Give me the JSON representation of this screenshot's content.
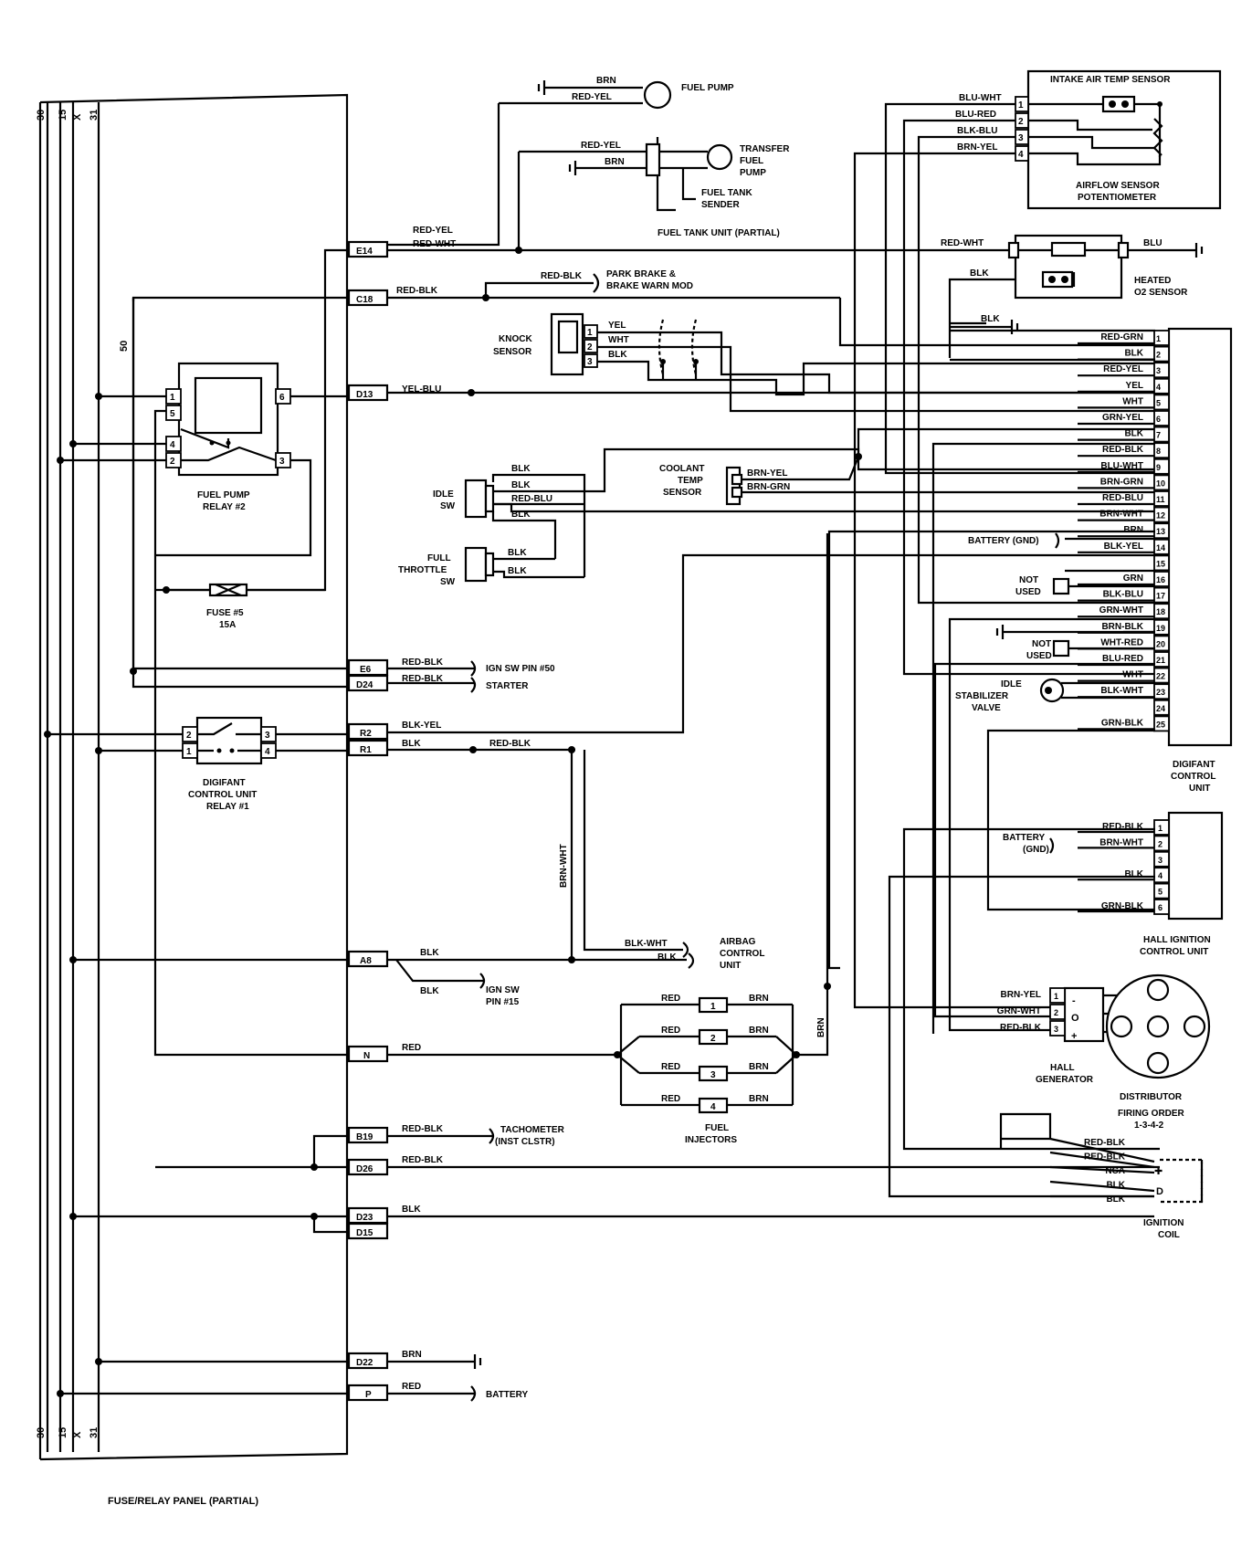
{
  "panel": {
    "title": "FUSE/RELAY PANEL (PARTIAL)",
    "bus_labels": [
      "30",
      "15",
      "X",
      "31"
    ],
    "wire_50": "50",
    "terminals": [
      "E14",
      "C18",
      "D13",
      "E6",
      "D24",
      "R2",
      "R1",
      "A8",
      "N",
      "B19",
      "D26",
      "D23",
      "D15",
      "D22",
      "P"
    ]
  },
  "components": {
    "fuel_pump": "FUEL PUMP",
    "transfer_pump": "TRANSFER FUEL PUMP",
    "fuel_tank_sender": "FUEL TANK SENDER",
    "fuel_tank_unit": "FUEL TANK UNIT (PARTIAL)",
    "park_brake": "PARK BRAKE & BRAKE WARN MOD",
    "knock_sensor": "KNOCK SENSOR",
    "fuel_pump_relay": "FUEL PUMP RELAY #2",
    "idle_sw": "IDLE SW",
    "full_throttle_sw": "FULL THROTTLE SW",
    "coolant_sensor": "COOLANT TEMP SENSOR",
    "fuse": "FUSE #5",
    "fuse_rating": "15A",
    "ign_sw_50": "IGN SW PIN #50",
    "starter": "STARTER",
    "dcu_relay": "DIGIFANT CONTROL UNIT RELAY #1",
    "airbag": "AIRBAG CONTROL UNIT",
    "ign_sw_15": "IGN SW PIN #15",
    "fuel_injectors": "FUEL INJECTORS",
    "tachometer": "TACHOMETER (INST CLSTR)",
    "battery": "BATTERY",
    "intake_air_temp": "INTAKE AIR TEMP SENSOR",
    "airflow_pot": "AIRFLOW SENSOR POTENTIOMETER",
    "heated_o2": "HEATED O2 SENSOR",
    "battery_gnd": "BATTERY (GND)",
    "not_used": "NOT USED",
    "idle_valve": "IDLE STABILIZER VALVE",
    "dcu": "DIGIFANT CONTROL UNIT",
    "hall_ctrl": "HALL IGNITION CONTROL UNIT",
    "hall_gen": "HALL GENERATOR",
    "distributor": "DISTRIBUTOR",
    "firing_order": "FIRING ORDER 1-3-4-2",
    "ignition_coil": "IGNITION COIL"
  },
  "dcu_pins": [
    {
      "n": "1",
      "w": "RED-GRN"
    },
    {
      "n": "2",
      "w": "BLK"
    },
    {
      "n": "3",
      "w": "RED-YEL"
    },
    {
      "n": "4",
      "w": "YEL"
    },
    {
      "n": "5",
      "w": "WHT"
    },
    {
      "n": "6",
      "w": "GRN-YEL"
    },
    {
      "n": "7",
      "w": "BLK"
    },
    {
      "n": "8",
      "w": "RED-BLK"
    },
    {
      "n": "9",
      "w": "BLU-WHT"
    },
    {
      "n": "10",
      "w": "BRN-GRN"
    },
    {
      "n": "11",
      "w": "RED-BLU"
    },
    {
      "n": "12",
      "w": "BRN-WHT"
    },
    {
      "n": "13",
      "w": "BRN"
    },
    {
      "n": "14",
      "w": "BLK-YEL"
    },
    {
      "n": "15",
      "w": ""
    },
    {
      "n": "16",
      "w": "GRN"
    },
    {
      "n": "17",
      "w": "BLK-BLU"
    },
    {
      "n": "18",
      "w": "GRN-WHT"
    },
    {
      "n": "19",
      "w": "BRN-BLK"
    },
    {
      "n": "20",
      "w": "WHT-RED"
    },
    {
      "n": "21",
      "w": "BLU-RED"
    },
    {
      "n": "22",
      "w": "WHT"
    },
    {
      "n": "23",
      "w": "BLK-WHT"
    },
    {
      "n": "24",
      "w": ""
    },
    {
      "n": "25",
      "w": "GRN-BLK"
    }
  ],
  "iat_pins": [
    {
      "n": "1",
      "w": "BLU-WHT"
    },
    {
      "n": "2",
      "w": "BLU-RED"
    },
    {
      "n": "3",
      "w": "BLK-BLU"
    },
    {
      "n": "4",
      "w": "BRN-YEL"
    }
  ],
  "hall_ctrl_pins": [
    {
      "n": "1",
      "w": "RED-BLK"
    },
    {
      "n": "2",
      "w": "BRN-WHT"
    },
    {
      "n": "3",
      "w": ""
    },
    {
      "n": "4",
      "w": "BLK"
    },
    {
      "n": "5",
      "w": ""
    },
    {
      "n": "6",
      "w": "GRN-BLK"
    }
  ],
  "hall_gen_pins": [
    {
      "n": "1",
      "w": "BRN-YEL"
    },
    {
      "n": "2",
      "w": "GRN-WHT"
    },
    {
      "n": "3",
      "w": "RED-BLK"
    }
  ],
  "hall_gen_signs": [
    "-",
    "O",
    "+"
  ],
  "coil_wires": [
    "RED-BLK",
    "RED-BLK",
    "NCA",
    "BLK",
    "BLK"
  ],
  "injectors": [
    {
      "n": "1",
      "l": "RED",
      "r": "BRN"
    },
    {
      "n": "2",
      "l": "RED",
      "r": "BRN"
    },
    {
      "n": "3",
      "l": "RED",
      "r": "BRN"
    },
    {
      "n": "4",
      "l": "RED",
      "r": "BRN"
    }
  ],
  "wires": {
    "brn": "BRN",
    "red_yel": "RED-YEL",
    "red_wht": "RED-WHT",
    "red_blk": "RED-BLK",
    "yel_blu": "YEL-BLU",
    "yel": "YEL",
    "wht": "WHT",
    "blk": "BLK",
    "red_blu": "RED-BLU",
    "brn_yel": "BRN-YEL",
    "brn_grn": "BRN-GRN",
    "blk_yel": "BLK-YEL",
    "blk_wht": "BLK-WHT",
    "brn_wht": "BRN-WHT",
    "red": "RED",
    "blu": "BLU"
  }
}
